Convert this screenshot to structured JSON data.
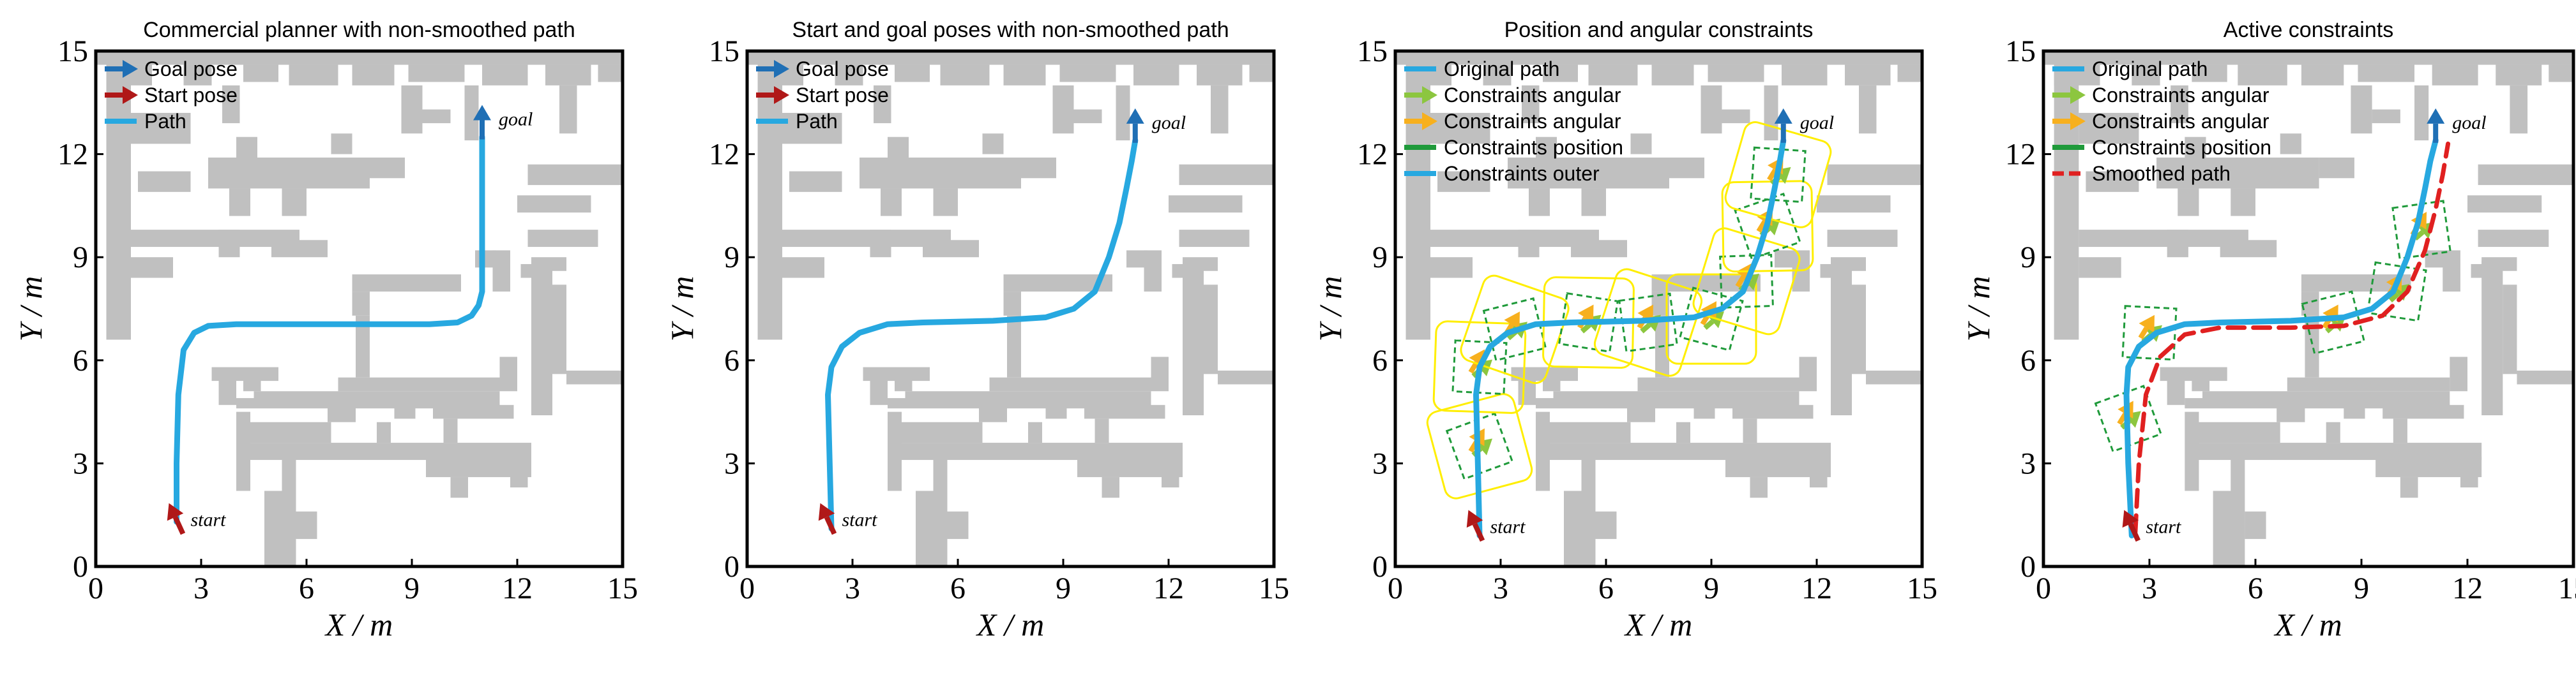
{
  "colors": {
    "obstacle": "#c0c0c0",
    "path": "#27a8e0",
    "goal_pose": "#1f6fb5",
    "start_pose": "#b01818",
    "angular_green": "#8cc63f",
    "angular_orange": "#f7b01e",
    "position": "#1f9a3a",
    "outer": "#ffee00",
    "smoothed": "#e02020"
  },
  "axes_common": {
    "xlabel": "X / m",
    "ylabel": "Y / m",
    "xlim": [
      0,
      15
    ],
    "ylim": [
      0,
      15
    ],
    "ticks": [
      "0",
      "3",
      "6",
      "9",
      "12",
      "15"
    ],
    "start_label": "start",
    "goal_label": "goal"
  },
  "chart_data": [
    {
      "type": "line",
      "title": "Commercial planner with non-smoothed path",
      "legend": [
        "Goal pose",
        "Start pose",
        "Path"
      ],
      "series": [
        {
          "name": "Path",
          "x": [
            2.3,
            2.3,
            2.35,
            2.5,
            2.8,
            3.2,
            4,
            6,
            8,
            9.5,
            10.3,
            10.7,
            10.9,
            11,
            11,
            11,
            11
          ],
          "y": [
            1.3,
            3,
            5,
            6.3,
            6.8,
            7,
            7.05,
            7.05,
            7.05,
            7.05,
            7.1,
            7.3,
            7.6,
            8,
            9,
            11,
            12.5
          ]
        }
      ],
      "start": {
        "x": 2.3,
        "y": 1.1
      },
      "goal": {
        "x": 11,
        "y": 12.8
      }
    },
    {
      "type": "line",
      "title": "Start and goal poses with non-smoothed path",
      "legend": [
        "Goal pose",
        "Start pose",
        "Path"
      ],
      "series": [
        {
          "name": "Path",
          "x": [
            2.4,
            2.35,
            2.3,
            2.4,
            2.7,
            3.2,
            4,
            5,
            7,
            8.5,
            9.3,
            9.9,
            10.3,
            10.6,
            10.8,
            10.95,
            11.05
          ],
          "y": [
            1.1,
            3,
            5,
            5.8,
            6.4,
            6.8,
            7.05,
            7.1,
            7.15,
            7.25,
            7.5,
            8,
            9,
            10,
            11,
            11.8,
            12.4
          ]
        }
      ],
      "start": {
        "x": 2.3,
        "y": 1.1
      },
      "goal": {
        "x": 11.05,
        "y": 12.7
      }
    },
    {
      "type": "line",
      "title": "Position and angular constraints",
      "legend": [
        "Original path",
        "Constraints angular",
        "Constraints angular",
        "Constraints position",
        "Constraints outer"
      ],
      "series": [
        {
          "name": "Original path",
          "x": [
            2.4,
            2.35,
            2.3,
            2.4,
            2.7,
            3.2,
            4,
            5,
            7,
            8.5,
            9.3,
            9.9,
            10.3,
            10.6,
            10.8,
            10.95,
            11.05
          ],
          "y": [
            0.9,
            3,
            5,
            5.8,
            6.4,
            6.8,
            7.05,
            7.1,
            7.15,
            7.25,
            7.5,
            8,
            9,
            10,
            11,
            11.8,
            12.4
          ]
        }
      ],
      "constraints": [
        {
          "x": 2.4,
          "y": 3.5
        },
        {
          "x": 2.4,
          "y": 5.8
        },
        {
          "x": 3.4,
          "y": 6.9
        },
        {
          "x": 5.5,
          "y": 7.1
        },
        {
          "x": 7.2,
          "y": 7.1
        },
        {
          "x": 9.0,
          "y": 7.2
        },
        {
          "x": 10.0,
          "y": 8.3
        },
        {
          "x": 10.6,
          "y": 9.9
        },
        {
          "x": 10.9,
          "y": 11.4
        }
      ],
      "start": {
        "x": 2.3,
        "y": 0.9
      },
      "goal": {
        "x": 11.05,
        "y": 12.7
      }
    },
    {
      "type": "line",
      "title": "Active constraints",
      "legend": [
        "Original path",
        "Constraints angular",
        "Constraints angular",
        "Constraints position",
        "Smoothed path"
      ],
      "series": [
        {
          "name": "Original path",
          "x": [
            2.5,
            2.4,
            2.35,
            2.4,
            2.7,
            3.2,
            4,
            5,
            7,
            8.5,
            9.3,
            9.9,
            10.3,
            10.6,
            10.8,
            10.95,
            11.1
          ],
          "y": [
            0.9,
            3,
            5,
            5.8,
            6.4,
            6.8,
            7.05,
            7.1,
            7.15,
            7.25,
            7.5,
            8,
            9,
            10,
            11,
            11.8,
            12.4
          ]
        },
        {
          "name": "Smoothed path",
          "x": [
            2.6,
            2.7,
            2.9,
            3.3,
            4,
            5,
            7,
            8.5,
            9.6,
            10.3,
            10.8,
            11.1,
            11.3,
            11.45
          ],
          "y": [
            1.0,
            3,
            5,
            6.1,
            6.75,
            6.95,
            6.95,
            7.0,
            7.3,
            8.0,
            9.2,
            10.4,
            11.4,
            12.3
          ]
        }
      ],
      "constraints": [
        {
          "x": 2.4,
          "y": 4.3
        },
        {
          "x": 3.0,
          "y": 6.8
        },
        {
          "x": 8.2,
          "y": 7.1
        },
        {
          "x": 10.0,
          "y": 8.0
        },
        {
          "x": 10.7,
          "y": 9.8
        }
      ],
      "start": {
        "x": 2.5,
        "y": 0.9
      },
      "goal": {
        "x": 11.1,
        "y": 12.7
      }
    }
  ]
}
